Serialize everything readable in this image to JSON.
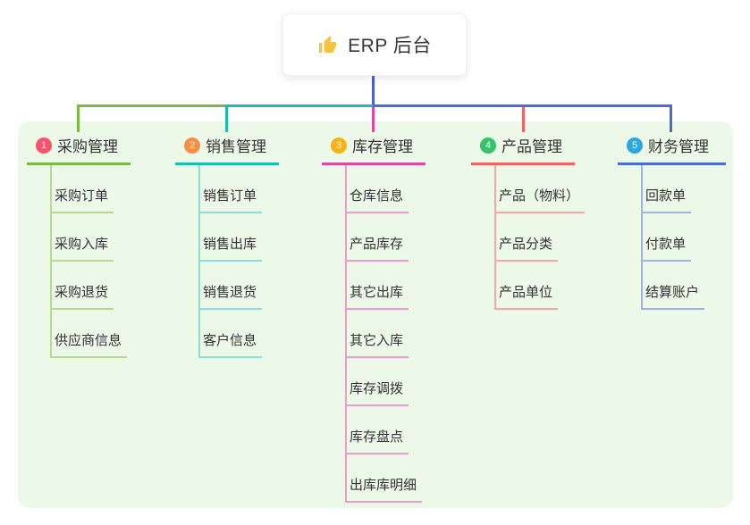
{
  "root": {
    "title": "ERP 后台",
    "icon": "thumbs-up-icon",
    "icon_color": "#f6c43c"
  },
  "colors": {
    "panel_bg": "#ecf8e8",
    "root_connector": "#4a5fd0",
    "text": "#333333"
  },
  "branches": [
    {
      "badge": "1",
      "title": "采购管理",
      "badge_color": "#f8536a",
      "line_color": "#7cb842",
      "child_line_color": "#b5da90",
      "children": [
        "采购订单",
        "采购入库",
        "采购退货",
        "供应商信息"
      ]
    },
    {
      "badge": "2",
      "title": "销售管理",
      "badge_color": "#f78e45",
      "line_color": "#1dbdab",
      "child_line_color": "#8eded2",
      "children": [
        "销售订单",
        "销售出库",
        "销售退货",
        "客户信息"
      ]
    },
    {
      "badge": "3",
      "title": "库存管理",
      "badge_color": "#f9b115",
      "line_color": "#e0479e",
      "child_line_color": "#f29ac9",
      "children": [
        "仓库信息",
        "产品库存",
        "其它出库",
        "其它入库",
        "库存调拨",
        "库存盘点",
        "出库库明细"
      ]
    },
    {
      "badge": "4",
      "title": "产品管理",
      "badge_color": "#36c26b",
      "line_color": "#f56060",
      "child_line_color": "#f9a5a5",
      "children": [
        "产品（物料）",
        "产品分类",
        "产品单位"
      ]
    },
    {
      "badge": "5",
      "title": "财务管理",
      "badge_color": "#2aa8df",
      "line_color": "#4a6bd6",
      "child_line_color": "#9fb2e8",
      "children": [
        "回款单",
        "付款单",
        "结算账户"
      ]
    }
  ]
}
